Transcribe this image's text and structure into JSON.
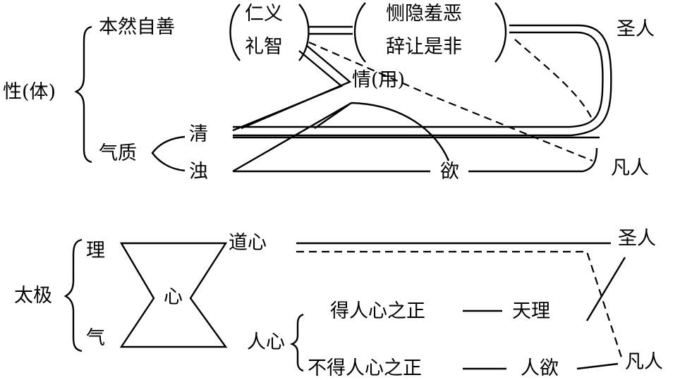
{
  "top": {
    "nature": "性(体)",
    "original_good": "本然自善",
    "virtues_line1": "仁义",
    "virtues_line2": "礼智",
    "feelings_line1": "恻隐羞恶",
    "feelings_line2": "辞让是非",
    "emotion": "情(用)",
    "sage": "圣人",
    "qizhi": "气质",
    "clear": "清",
    "turbid": "浊",
    "desire": "欲",
    "ordinary": "凡人"
  },
  "bottom": {
    "taiji": "太极",
    "li": "理",
    "qi": "气",
    "heart": "心",
    "dao_xin": "道心",
    "sage": "圣人",
    "ren_xin": "人心",
    "de_zheng": "得人心之正",
    "tian_li": "天理",
    "bu_de_zheng": "不得人心之正",
    "ren_yu": "人欲",
    "ordinary": "凡人"
  }
}
